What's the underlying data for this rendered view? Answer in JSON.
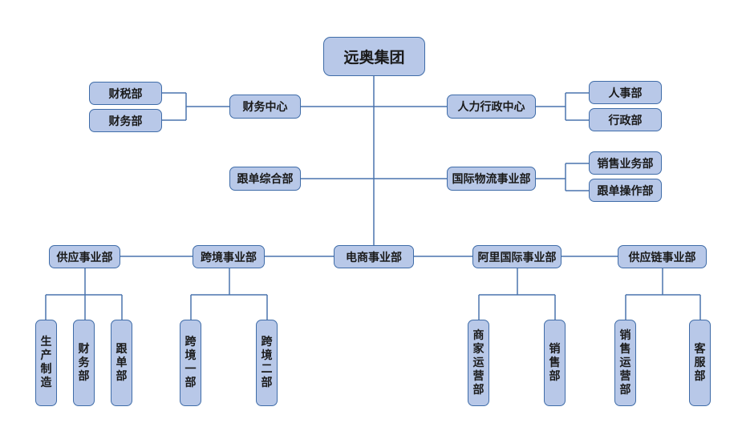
{
  "org": {
    "root": "远奥集团",
    "finance_center": "财务中心",
    "finance_children": [
      "财税部",
      "财务部"
    ],
    "hr_admin_center": "人力行政中心",
    "hr_children": [
      "人事部",
      "行政部"
    ],
    "order_dept": "跟单综合部",
    "logistics": "国际物流事业部",
    "logistics_children": [
      "销售业务部",
      "跟单操作部"
    ],
    "ecommerce": "电商事业部",
    "supply": "供应事业部",
    "supply_children": [
      "生产制造",
      "财务部",
      "跟单部"
    ],
    "crossborder": "跨境事业部",
    "crossborder_children": [
      "跨境一部",
      "跨境二部"
    ],
    "alibaba": "阿里国际事业部",
    "alibaba_children": [
      "商家运营部",
      "销售部"
    ],
    "supplychain": "供应链事业部",
    "supplychain_children": [
      "销售运营部",
      "客服部"
    ]
  },
  "colors": {
    "box_fill": "#b8c8e8",
    "box_border": "#3f6ca8",
    "line": "#4a74ad"
  }
}
